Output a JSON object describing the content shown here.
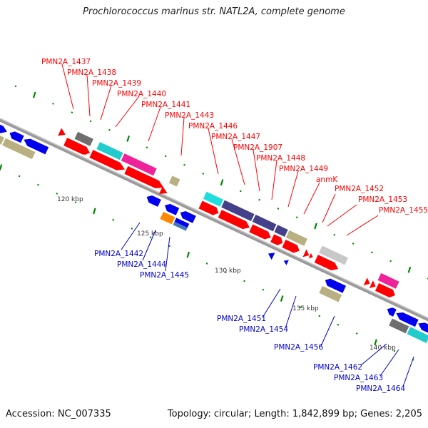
{
  "title": "Prochlorococcus marinus str. NATL2A, complete genome",
  "footer": {
    "accession": "Accession: NC_007335",
    "summary": "Topology: circular; Length: 1,842,899 bp; Genes: 2,205"
  },
  "colors": {
    "forward_label": "#ff0000",
    "reverse_label": "#0000cc",
    "backbone": "#999999",
    "tick": "#008800"
  },
  "scale_labels": [
    "120 kbp",
    "125 kbp",
    "130 kbp",
    "135 kbp",
    "140 kbp"
  ],
  "forward_labels": [
    "PMN2A_1437",
    "PMN2A_1438",
    "PMN2A_1439",
    "PMN2A_1440",
    "PMN2A_1441",
    "PMN2A_1443",
    "PMN2A_1446",
    "PMN2A_1447",
    "PMN2A_1907",
    "PMN2A_1448",
    "PMN2A_1449",
    "anmK",
    "PMN2A_1452",
    "PMN2A_1453",
    "PMN2A_1455"
  ],
  "reverse_labels": [
    "PMN2A_1442",
    "PMN2A_1444",
    "PMN2A_1445",
    "PMN2A_1451",
    "PMN2A_1454",
    "PMN2A_1456",
    "PMN2A_1462",
    "PMN2A_1463",
    "PMN2A_1464"
  ]
}
